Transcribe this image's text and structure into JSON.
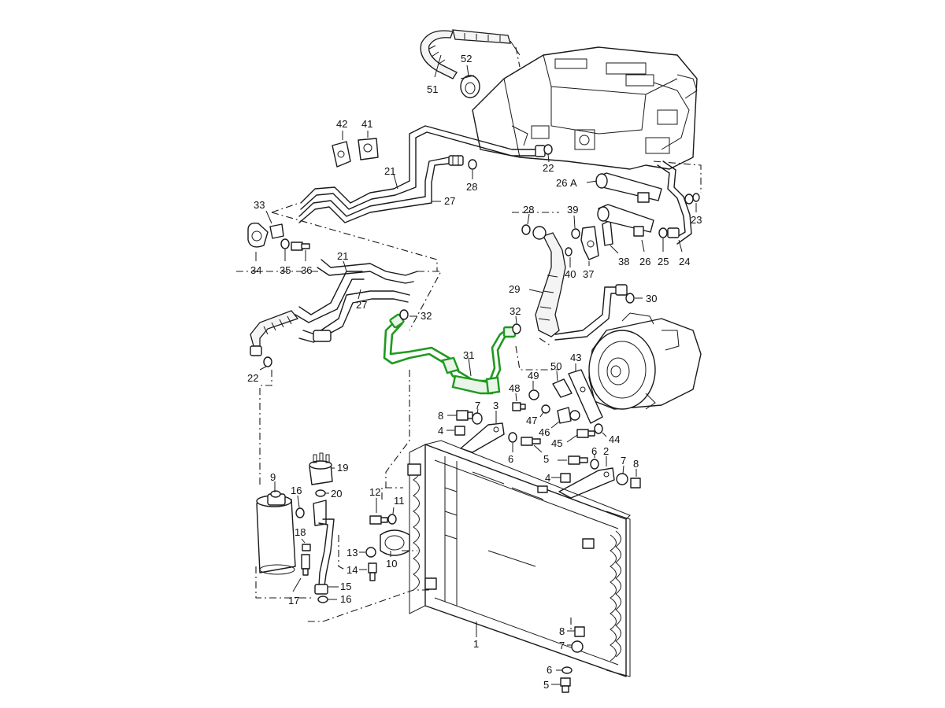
{
  "diagram": {
    "highlight_color": "#1f9a1f",
    "highlighted_part": "31",
    "callouts": {
      "c51": "51",
      "c52": "52",
      "c42": "42",
      "c41": "41",
      "c21a": "21",
      "c28a": "28",
      "c22a": "22",
      "c27a": "27",
      "c26a": "26",
      "c26a_letter": "A",
      "c23": "23",
      "c33": "33",
      "c34": "34",
      "c35": "35",
      "c36": "36",
      "c28b": "28",
      "c39": "39",
      "c40": "40",
      "c37": "37",
      "c38": "38",
      "c26b": "26",
      "c25": "25",
      "c24": "24",
      "c21b": "21",
      "c27b": "27",
      "c29": "29",
      "c30": "30",
      "c32a": "32",
      "c32b": "32",
      "c31": "31",
      "c22b": "22",
      "c43": "43",
      "c50": "50",
      "c49": "49",
      "c48": "48",
      "c47": "47",
      "c46": "46",
      "c45": "45",
      "c44": "44",
      "c3": "3",
      "c8a": "8",
      "c7a": "7",
      "c4a": "4",
      "c6a": "6",
      "c5a": "5",
      "c6b": "6",
      "c7b": "7",
      "c2": "2",
      "c8b": "8",
      "c4b": "4",
      "c9": "9",
      "c19": "19",
      "c20": "20",
      "c16a": "16",
      "c18": "18",
      "c17": "17",
      "c15": "15",
      "c16b": "16",
      "c12": "12",
      "c11": "11",
      "c13": "13",
      "c10": "10",
      "c14": "14",
      "c1": "1",
      "c8c": "8",
      "c7c": "7",
      "c6c": "6",
      "c5b": "5"
    }
  }
}
